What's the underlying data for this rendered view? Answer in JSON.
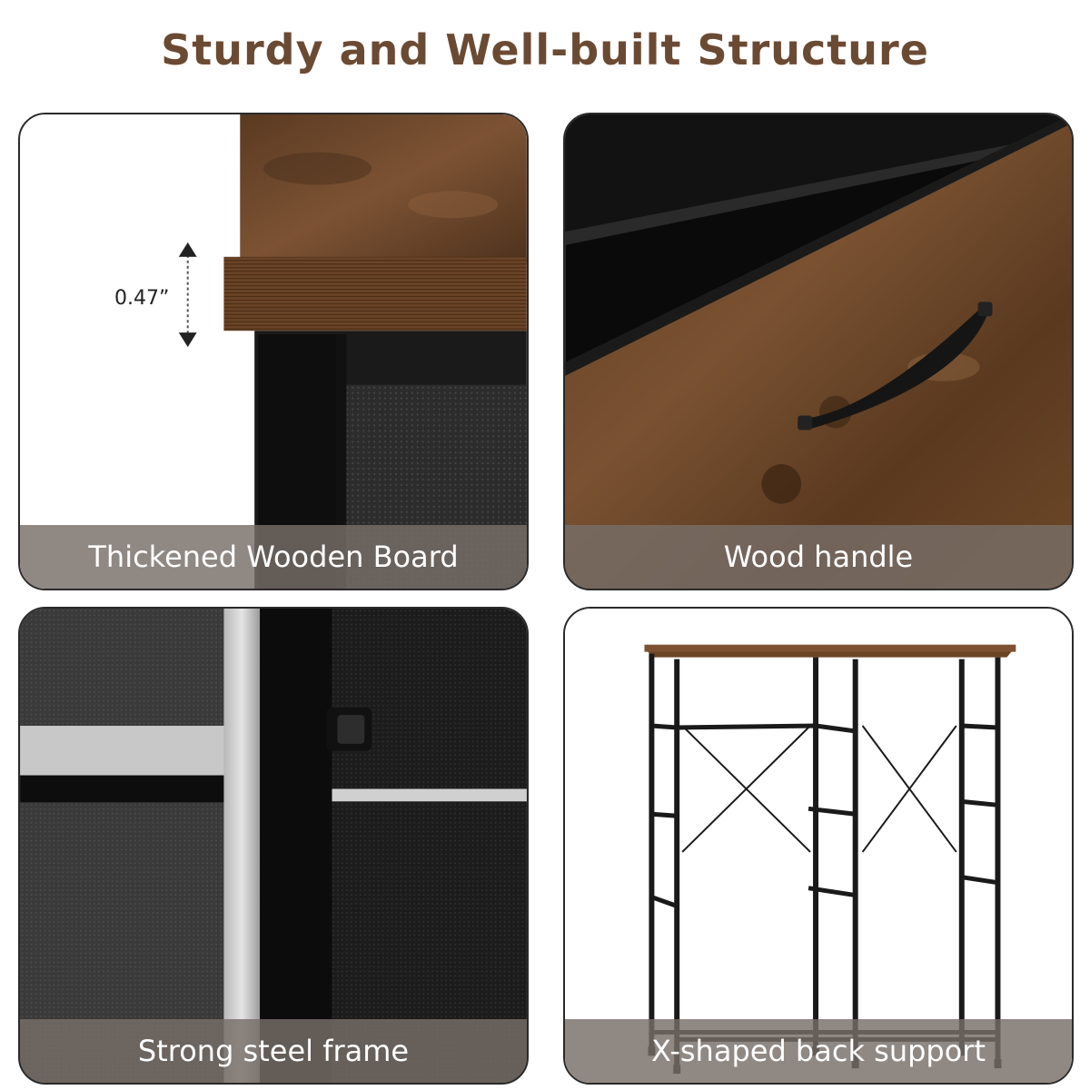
{
  "title": "Sturdy and Well-built Structure",
  "panels": [
    {
      "caption": "Thickened Wooden Board",
      "dimension": "0.47”"
    },
    {
      "caption": "Wood handle"
    },
    {
      "caption": "Strong steel frame"
    },
    {
      "caption": "X-shaped back support"
    }
  ],
  "colors": {
    "title": "#6b4a33",
    "wood": "#6e4524",
    "caption_bg": "#786e68"
  }
}
